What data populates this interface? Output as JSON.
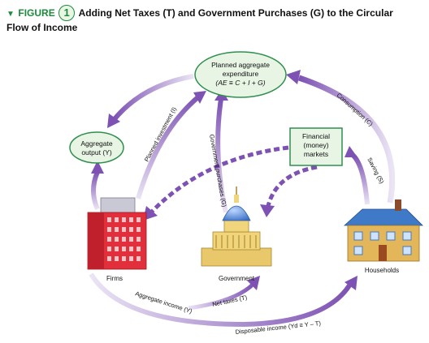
{
  "figure": {
    "label": "FIGURE",
    "number": "1",
    "title_line1": "Adding Net Taxes (T) and Government Purchases (G) to the Circular",
    "title_line2": "Flow of Income"
  },
  "nodes": {
    "planned_ae": [
      "Planned aggregate",
      "expenditure",
      "(AE ≡ C + I + G)"
    ],
    "aggregate_output": [
      "Aggregate",
      "output (Y)"
    ],
    "financial_markets": [
      "Financial",
      "(money)",
      "markets"
    ]
  },
  "places": {
    "firms": "Firms",
    "government": "Government",
    "households": "Households"
  },
  "flows": {
    "planned_investment": "Planned investment (I)",
    "government_purchases": "Government purchases (G)",
    "consumption": "Consumption (C)",
    "saving": "Saving (S)",
    "net_taxes": "Net taxes (T)",
    "aggregate_income": "Aggregate income (Y)",
    "disposable_income": "Disposable income (Yd ≡ Y – T)"
  },
  "colors": {
    "accent_green": "#1e8a3c",
    "node_fill": "#e8f4e4",
    "node_stroke": "#2f8f4e",
    "flow_purple": "#7d52b3",
    "flow_light": "#e4dcf2"
  }
}
